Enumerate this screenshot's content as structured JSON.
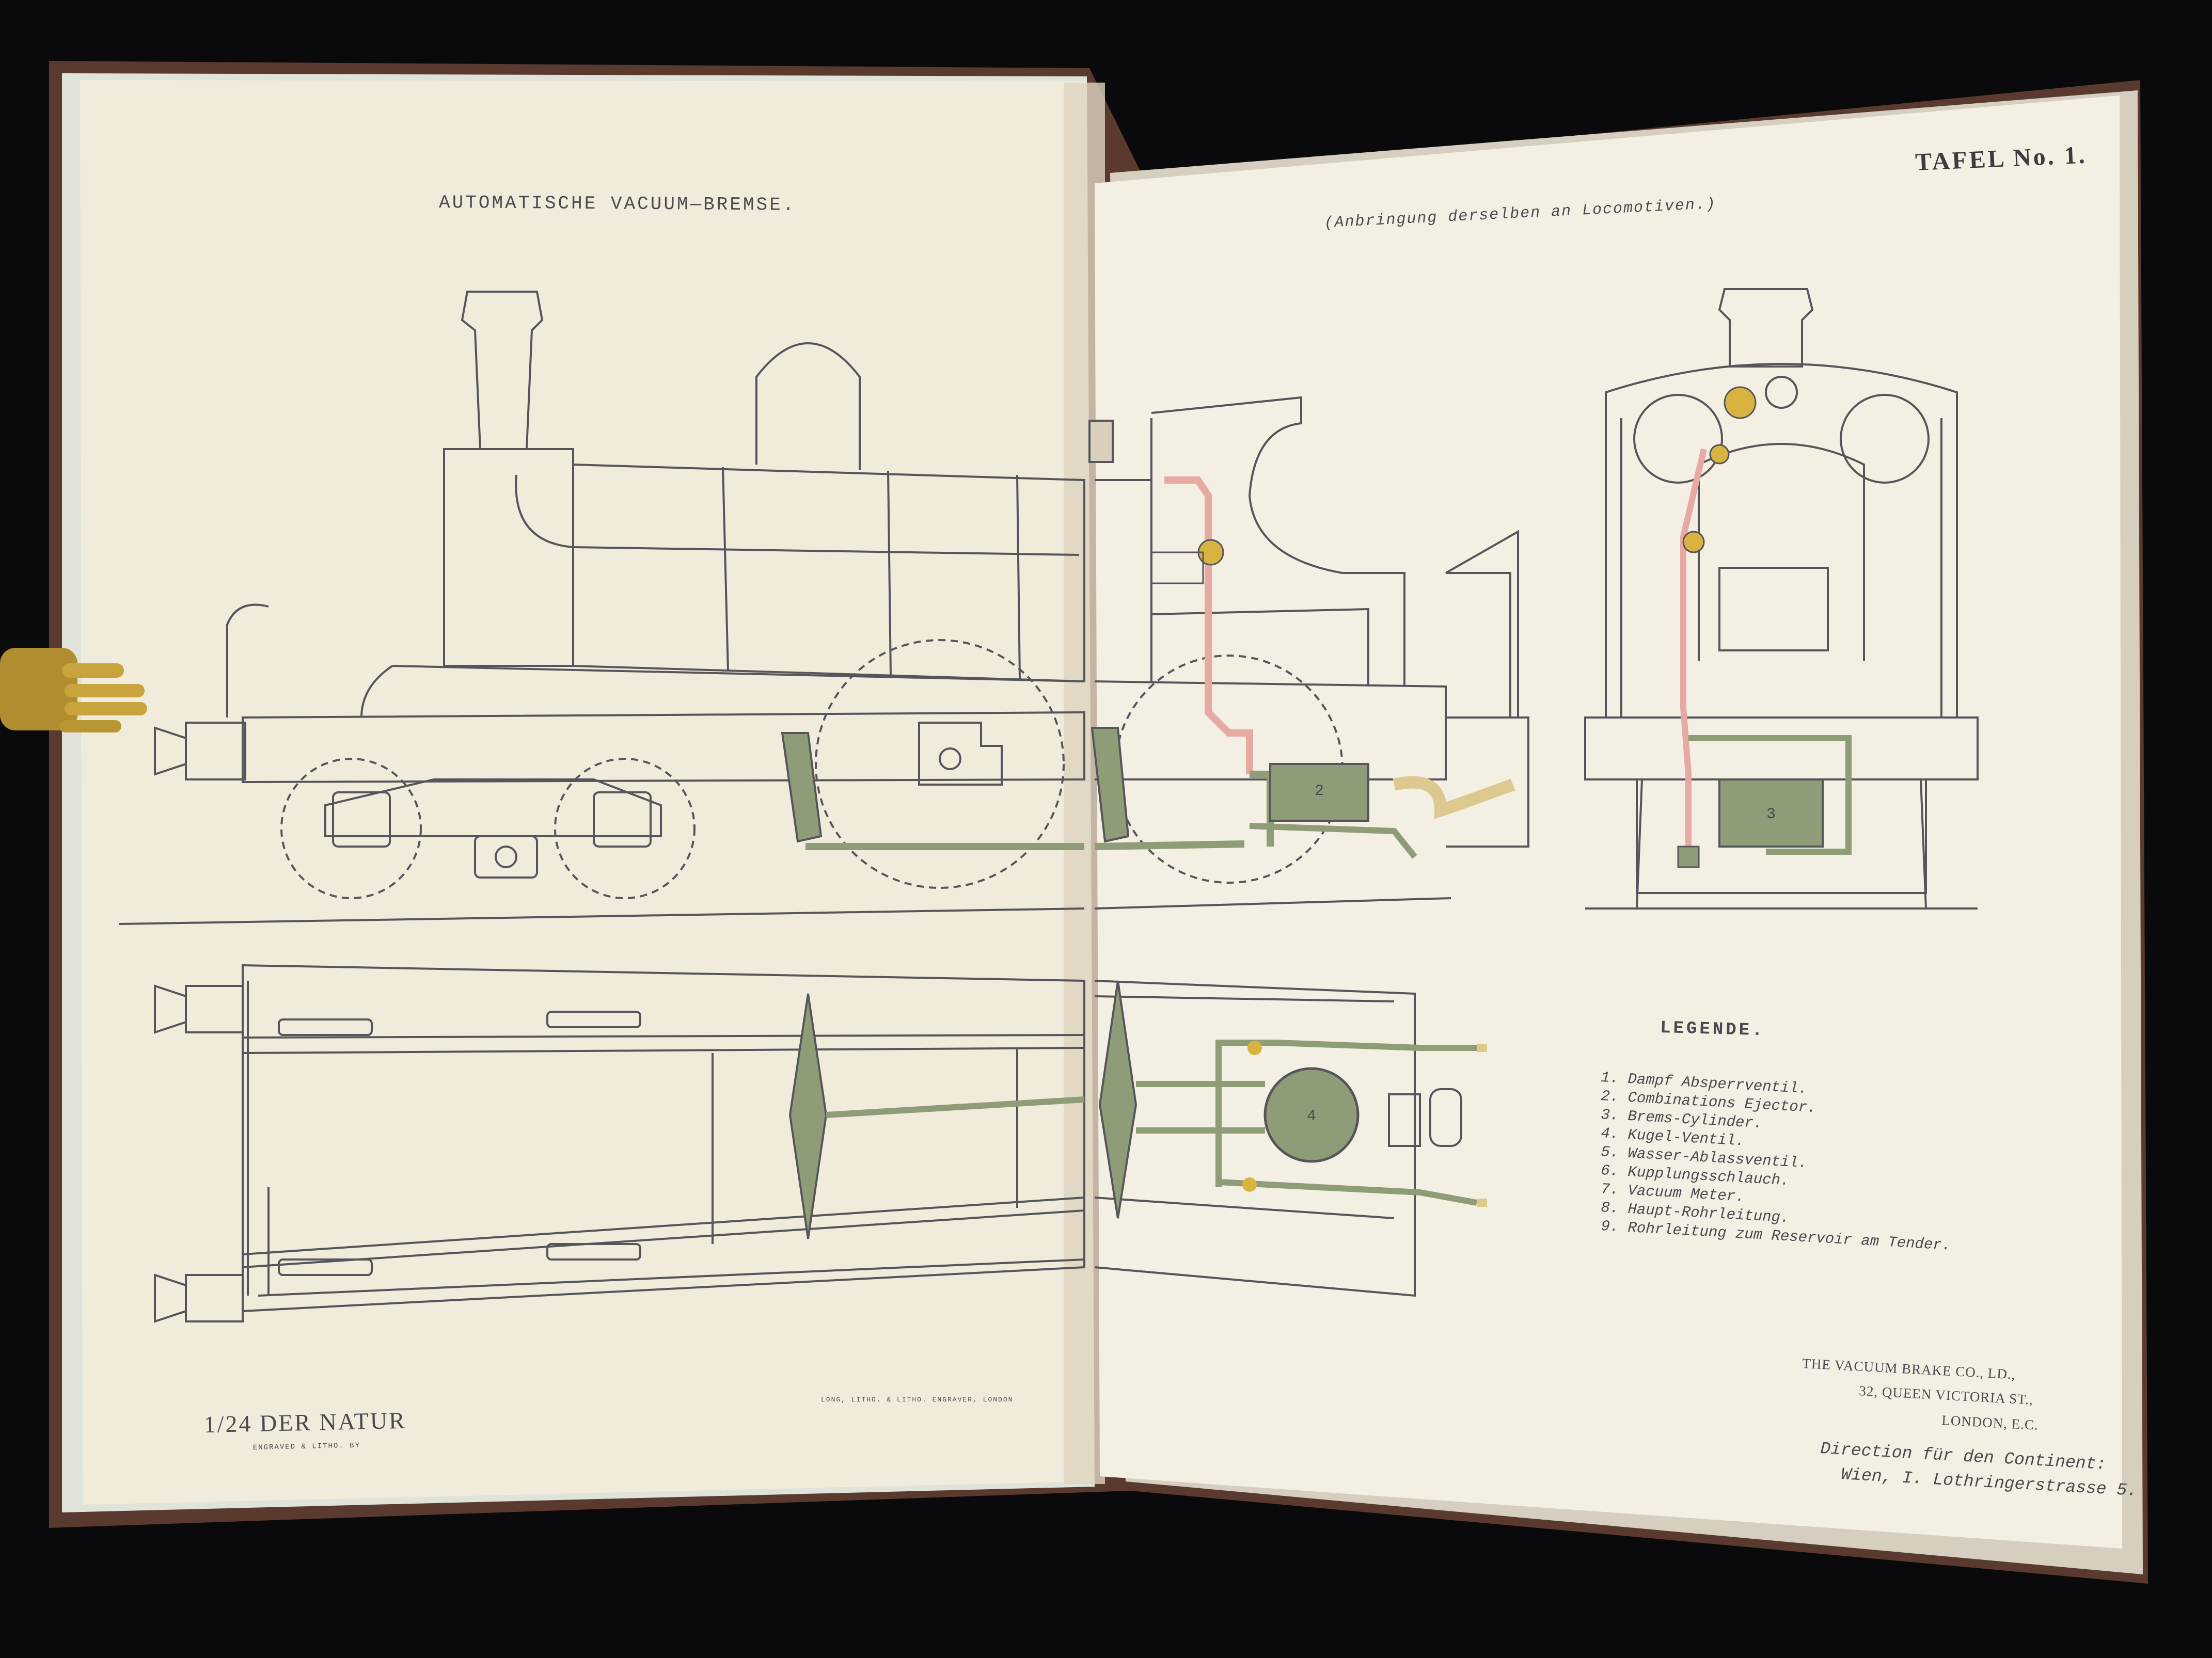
{
  "left_page": {
    "heading": "AUTOMATISCHE VACUUM—BREMSE.",
    "scale": "1/24 DER NATUR",
    "scale_sub": "ENGRAVED & LITHO. BY",
    "lithographer": "LONG, LITHO. & LITHO. ENGRAVER, LONDON"
  },
  "right_page": {
    "plate": "TAFEL No. 1.",
    "subheading": "(Anbringung derselben an Locomotiven.)",
    "legend_title": "LEGENDE.",
    "legend_items": [
      "1.  Dampf Absperrventil.",
      "2.  Combinations Ejector.",
      "3.  Brems-Cylinder.",
      "4.  Kugel-Ventil.",
      "5.  Wasser-Ablassventil.",
      "6.  Kupplungsschlauch.",
      "7.  Vacuum Meter.",
      "8.  Haupt-Rohrleitung.",
      "9.  Rohrleitung zum Reservoir am Tender."
    ],
    "publisher": [
      "THE VACUUM BRAKE CO., LD.,",
      "32, QUEEN VICTORIA ST.,",
      "LONDON, E.C."
    ],
    "direction": [
      "Direction für den Continent:",
      "Wien, I. Lothringerstrasse 5."
    ],
    "part_numbers": {
      "ejector": "2",
      "cylinder": "3",
      "cylinder_plan": "4"
    }
  },
  "colors": {
    "background": "#0a0a0d",
    "paper": "#f1ebdc",
    "line": "#55555a",
    "brake_green": "#8f9c78",
    "pipe_pink": "#e8a9a3",
    "brass": "#d8b340",
    "hose_tan": "#ddc890",
    "cover": "#5a3a2e"
  }
}
